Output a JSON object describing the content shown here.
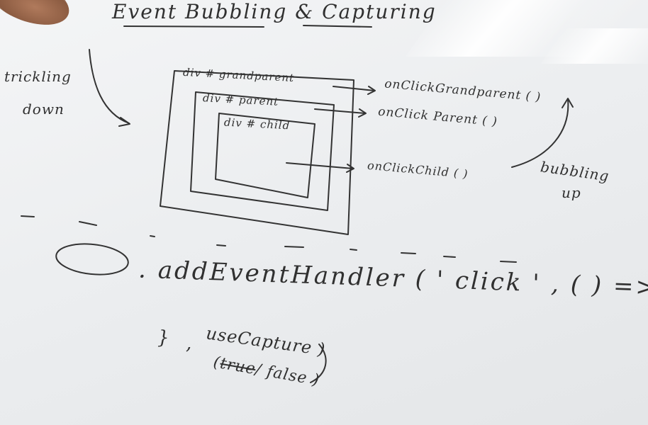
{
  "title": "Event Bubbling & Capturing",
  "left_note": {
    "line1": "trickling",
    "line2": "down"
  },
  "right_note": {
    "line1": "bubbling",
    "line2": "up"
  },
  "boxes": {
    "grandparent": "div # grandparent",
    "parent": "div # parent",
    "child": "div # child"
  },
  "handlers": {
    "grandparent": "onClickGrandparent ( )",
    "parent": "onClick Parent ( )",
    "child": "onClickChild ( )"
  },
  "code": {
    "line1": ". addEventHandler ( ' click ' , ( ) => {",
    "close_brace": "}",
    "comma": ",",
    "use_capture": "useCapture )",
    "open_paren": "(",
    "true_word": "true",
    "false_part": "/ false )"
  },
  "colors": {
    "ink": "#303030",
    "board": "#eceef0"
  }
}
